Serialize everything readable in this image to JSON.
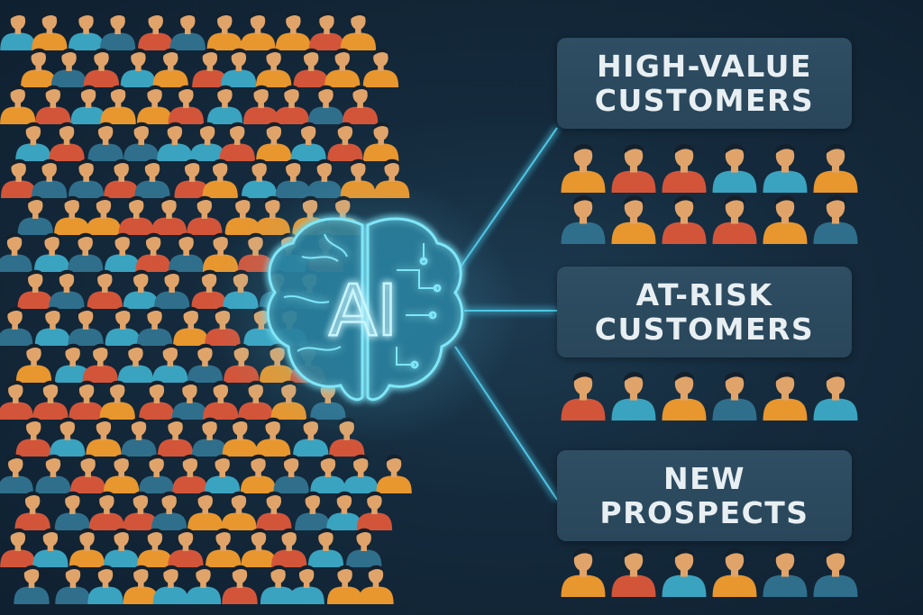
{
  "brain": {
    "label": "AI",
    "glow_color": "#5fd8f0"
  },
  "segments": [
    {
      "line1": "HIGH-VALUE",
      "line2": "CUSTOMERS",
      "rows": [
        [
          "orange",
          "red",
          "red",
          "teal",
          "teal",
          "orange"
        ],
        [
          "blue",
          "orange",
          "red",
          "red",
          "orange",
          "blue"
        ]
      ]
    },
    {
      "line1": "AT-RISK",
      "line2": "CUSTOMERS",
      "rows": [
        [
          "red",
          "teal",
          "orange",
          "blue",
          "orange",
          "teal"
        ]
      ]
    },
    {
      "line1": "NEW",
      "line2": "PROSPECTS",
      "rows": [
        [
          "orange",
          "red",
          "teal",
          "orange",
          "blue",
          "blue"
        ]
      ]
    }
  ],
  "colors": {
    "background": "#142a3c",
    "connector": "#4fc6e6",
    "skin": "#e0a46a",
    "hair": "#14202c",
    "shirts": {
      "orange": "#e8962e",
      "red": "#d2553a",
      "teal": "#3aa3c0",
      "blue": "#2f6f8c"
    }
  }
}
